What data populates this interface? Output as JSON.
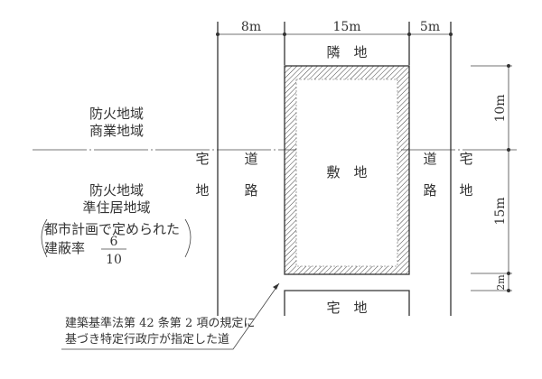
{
  "dimensions": {
    "top": [
      "8m",
      "15m",
      "5m"
    ],
    "right": [
      "10m",
      "15m",
      "2m"
    ]
  },
  "labels": {
    "neighbor_top": "隣　地",
    "site": "敷　地",
    "lot_bottom": "宅　地",
    "road_left": [
      "道",
      "路"
    ],
    "road_right": [
      "道",
      "路"
    ],
    "lot_left": [
      "宅",
      "地"
    ],
    "lot_right": [
      "宅",
      "地"
    ]
  },
  "zones": {
    "upper": [
      "防火地域",
      "商業地域"
    ],
    "lower": [
      "防火地域",
      "準住居地域"
    ],
    "note_line1": "都市計画で定められた",
    "note_line2": "建蔽率",
    "ratio_num": "6",
    "ratio_den": "10"
  },
  "callout": [
    "建築基準法第 42 条第 2 項の規定に",
    "基づき特定行政庁が指定した道"
  ],
  "colors": {
    "ink": "#333333",
    "background": "#ffffff"
  }
}
